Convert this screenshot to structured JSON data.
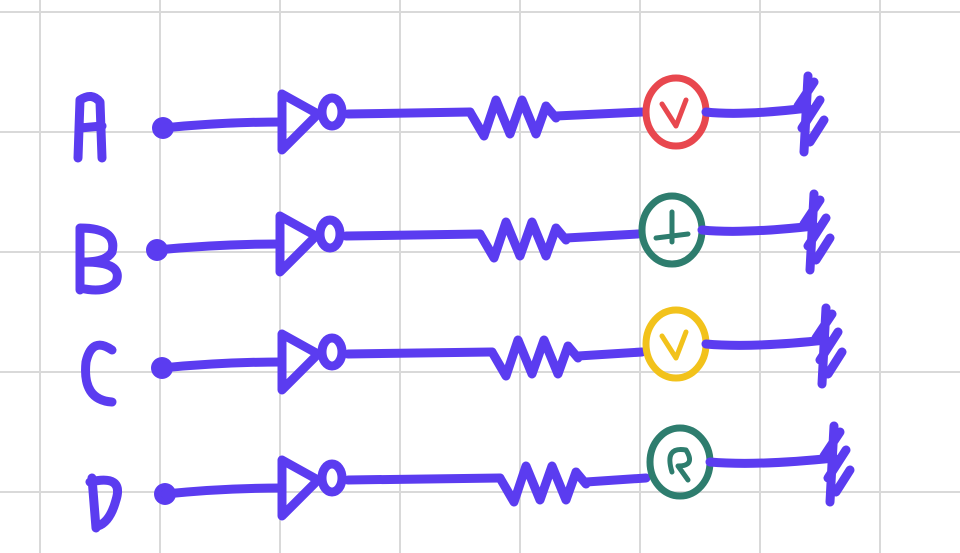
{
  "diagram": {
    "ink_color": "#5b3cf0",
    "grid_color": "#d9d9d9",
    "rows": [
      {
        "label": "A",
        "lamp_color": "#e8474e",
        "components": [
          "input-dot",
          "buffer",
          "resistor",
          "lamp",
          "ground"
        ]
      },
      {
        "label": "B",
        "lamp_color": "#2e7d6e",
        "components": [
          "input-dot",
          "buffer",
          "resistor",
          "lamp",
          "ground"
        ]
      },
      {
        "label": "C",
        "lamp_color": "#f2c21b",
        "components": [
          "input-dot",
          "buffer",
          "resistor",
          "lamp",
          "ground"
        ]
      },
      {
        "label": "D",
        "lamp_color": "#2e7d6e",
        "components": [
          "input-dot",
          "buffer",
          "resistor",
          "lamp",
          "ground"
        ]
      }
    ]
  }
}
